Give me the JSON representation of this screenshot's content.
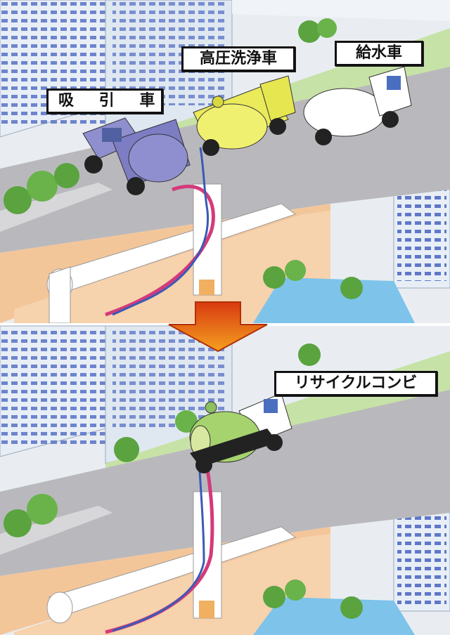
{
  "labels": {
    "suction_truck": "吸 引 車",
    "high_pressure_washer": "高圧洗浄車",
    "water_truck": "給水車",
    "recycle_combi": "リサイクルコンビ"
  },
  "icons": {
    "transition_arrow": "down-arrow-icon"
  },
  "colors": {
    "suction_truck": "#8f8fd0",
    "high_pressure_washer": "#eaea5a",
    "water_truck": "#ffffff",
    "recycle_combi": "#a6d36e",
    "arrow": "#e8560f",
    "road": "#b9b9bd",
    "grass": "#c7e2a6",
    "ground": "#f3c69a",
    "water": "#7dc3ea",
    "building": "#e6ecf4",
    "suction_hose": "#d43a7a",
    "water_hose": "#3a5ab5"
  }
}
